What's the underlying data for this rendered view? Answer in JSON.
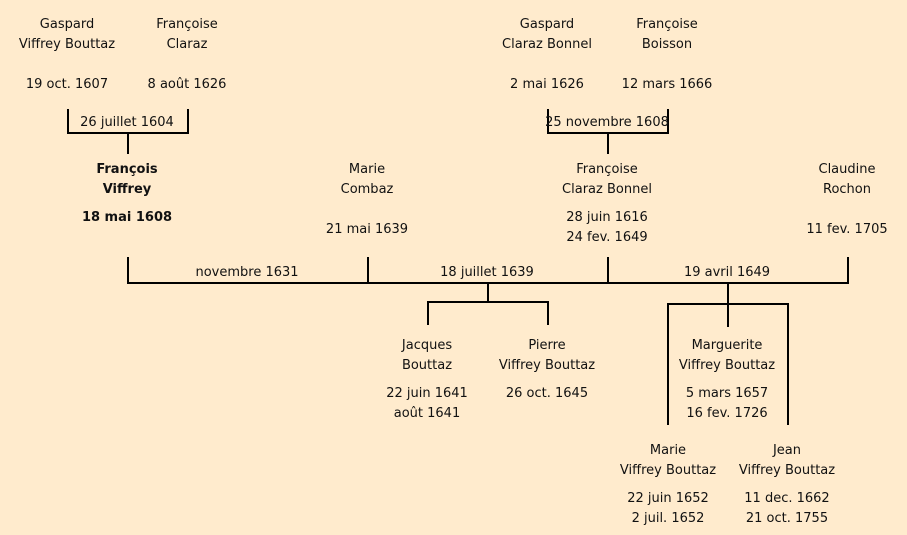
{
  "people": {
    "gaspard_viffrey": {
      "first": "Gaspard",
      "last": "Viffrey Bouttaz",
      "birth": "19 oct. 1607"
    },
    "francoise_claraz": {
      "first": "Françoise",
      "last": "Claraz",
      "birth": "8 août 1626"
    },
    "gaspard_claraz": {
      "first": "Gaspard",
      "last": "Claraz Bonnel",
      "birth": "2 mai 1626"
    },
    "francoise_boisson": {
      "first": "Françoise",
      "last": "Boisson",
      "birth": "12 mars 1666"
    },
    "francois_viffrey": {
      "first": "François",
      "last": "Viffrey",
      "birth": "18 mai 1608"
    },
    "marie_combaz": {
      "first": "Marie",
      "last": "Combaz",
      "birth": "21 mai 1639"
    },
    "francoise_claraz_bonnel": {
      "first": "Françoise",
      "last": "Claraz Bonnel",
      "birth": "28 juin 1616",
      "death": "24 fev. 1649"
    },
    "claudine_rochon": {
      "first": "Claudine",
      "last": "Rochon",
      "birth": "11 fev. 1705"
    },
    "jacques_bouttaz": {
      "first": "Jacques",
      "last": "Bouttaz",
      "birth": "22 juin 1641",
      "death": "août 1641"
    },
    "pierre_viffrey": {
      "first": "Pierre",
      "last": "Viffrey Bouttaz",
      "birth": "26 oct. 1645"
    },
    "marguerite_viffrey": {
      "first": "Marguerite",
      "last": "Viffrey Bouttaz",
      "birth": "5 mars 1657",
      "death": "16 fev. 1726"
    },
    "marie_viffrey": {
      "first": "Marie",
      "last": "Viffrey Bouttaz",
      "birth": "22 juin 1652",
      "death": "2 juil. 1652"
    },
    "jean_viffrey": {
      "first": "Jean",
      "last": "Viffrey Bouttaz",
      "birth": "11 dec. 1662",
      "death": "21 oct. 1755"
    }
  },
  "marriages": {
    "viffrey_claraz": "26 juillet 1604",
    "claraz_boisson": "25 novembre 1608",
    "francois_marie": "novembre 1631",
    "marie_francoise": "18 juillet 1639",
    "francoise_claudine": "19 avril 1649"
  },
  "colors": {
    "background": "#ffebcd",
    "line": "#000000",
    "text": "#111111"
  }
}
